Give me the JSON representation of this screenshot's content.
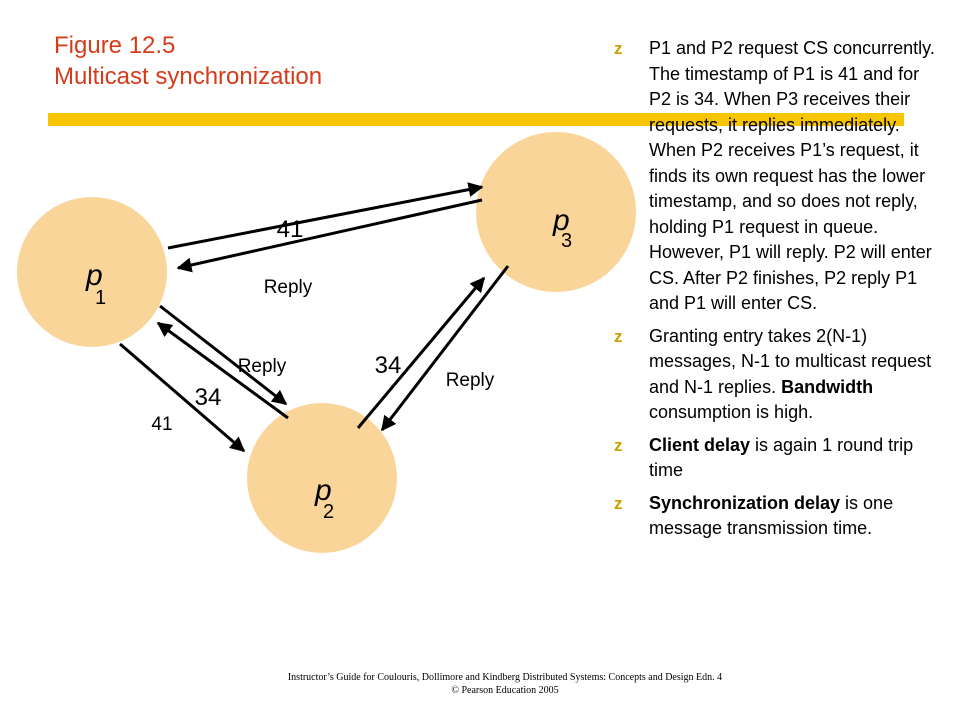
{
  "title": {
    "line1": "Figure 12.5",
    "line2": "Multicast synchronization"
  },
  "colors": {
    "title": "#d63b1a",
    "rule": "#f7c400",
    "node_fill": "#fad59a",
    "arrow": "#000000"
  },
  "diagram": {
    "nodes": [
      {
        "id": "p1",
        "letter": "p",
        "subscript": "1"
      },
      {
        "id": "p2",
        "letter": "p",
        "subscript": "2"
      },
      {
        "id": "p3",
        "letter": "p",
        "subscript": "3"
      }
    ],
    "edges": [
      {
        "from": "p1",
        "to": "p3",
        "label": "41"
      },
      {
        "from": "p3",
        "to": "p1",
        "label": "Reply"
      },
      {
        "from": "p1",
        "to": "p2",
        "label": "41"
      },
      {
        "from": "p2",
        "to": "p1",
        "label": "34"
      },
      {
        "from": "p1",
        "to": "p2",
        "label": "Reply"
      },
      {
        "from": "p2",
        "to": "p3",
        "label": "34"
      },
      {
        "from": "p3",
        "to": "p2",
        "label": "Reply"
      }
    ]
  },
  "bullets": [
    {
      "icon": "z-bullet-icon",
      "parts": [
        {
          "text": "P1 and P2 request CS concurrently. The timestamp of P1 is 41 and for P2 is 34. When P3 receives their requests, it replies immediately. When P2 receives P1’s request, it finds its own request has the lower timestamp, and so does not reply, holding P1 request in queue. However, P1 will reply. P2 will enter CS. After P2 finishes, P2 reply P1 and P1 will enter CS.",
          "bold": false
        }
      ]
    },
    {
      "icon": "z-bullet-icon",
      "parts": [
        {
          "text": "Granting entry takes 2(N-1) messages, N-1 to multicast request and N-1 replies. ",
          "bold": false
        },
        {
          "text": "Bandwidth",
          "bold": true
        },
        {
          "text": " consumption is high.",
          "bold": false
        }
      ]
    },
    {
      "icon": "z-bullet-icon",
      "parts": [
        {
          "text": "Client delay",
          "bold": true
        },
        {
          "text": " is again 1 round trip time",
          "bold": false
        }
      ]
    },
    {
      "icon": "z-bullet-icon",
      "parts": [
        {
          "text": "Synchronization delay",
          "bold": true
        },
        {
          "text": " is one message transmission time.",
          "bold": false
        }
      ]
    }
  ],
  "bullet_glyph": "z",
  "footer": {
    "line1": "Instructor’s Guide for Coulouris, Dollimore and Kindberg  Distributed Systems: Concepts and Design  Edn. 4",
    "line2": "© Pearson Education 2005"
  }
}
